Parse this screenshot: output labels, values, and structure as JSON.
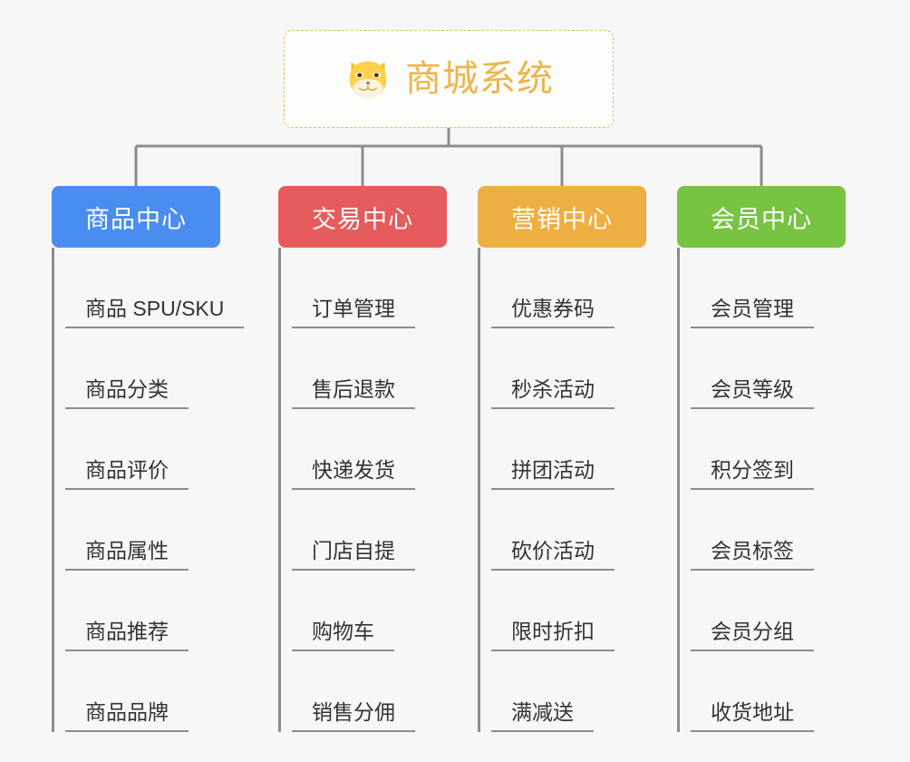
{
  "root": {
    "title": "商城系统",
    "icon": "shiba-dog-icon",
    "border_color": "#e9b95c",
    "text_color": "#efb44a",
    "background": "#fdfdfc"
  },
  "canvas": {
    "background": "#f7f7f7",
    "connector_color": "#8c8c8c"
  },
  "columns": [
    {
      "header": "商品中心",
      "color": "#4a8df0",
      "items": [
        "商品 SPU/SKU",
        "商品分类",
        "商品评价",
        "商品属性",
        "商品推荐",
        "商品品牌"
      ]
    },
    {
      "header": "交易中心",
      "color": "#e65c5c",
      "items": [
        "订单管理",
        "售后退款",
        "快递发货",
        "门店自提",
        "购物车",
        "销售分佣"
      ]
    },
    {
      "header": "营销中心",
      "color": "#eeae41",
      "items": [
        "优惠券码",
        "秒杀活动",
        "拼团活动",
        "砍价活动",
        "限时折扣",
        "满减送"
      ]
    },
    {
      "header": "会员中心",
      "color": "#76c442",
      "items": [
        "会员管理",
        "会员等级",
        "积分签到",
        "会员标签",
        "会员分组",
        "收货地址"
      ]
    }
  ]
}
